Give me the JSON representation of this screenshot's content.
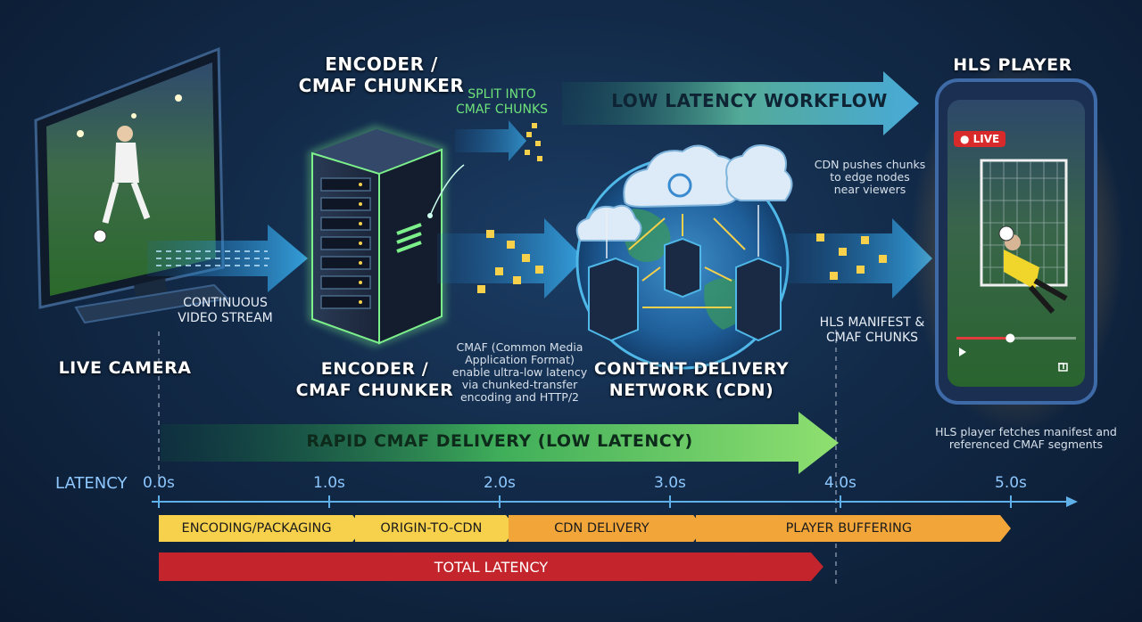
{
  "headings": {
    "encoder_top": "ENCODER /\nCMAF CHUNKER",
    "hls_player": "HLS PLAYER",
    "live_camera": "LIVE CAMERA",
    "encoder_bottom": "ENCODER /\nCMAF CHUNKER",
    "cdn": "CONTENT DELIVERY\nNETWORK (CDN)"
  },
  "notes": {
    "split": "SPLIT INTO\nCMAF CHUNKS",
    "continuous": "CONTINUOUS\nVIDEO STREAM",
    "cdn_push": "CDN pushes chunks\nto edge nodes\nnear viewers",
    "hls_manifest": "HLS MANIFEST &\nCMAF CHUNKS",
    "cmaf_desc": "CMAF (Common Media\nApplication Format)\nenable ultra-low latency\nvia chunked-transfer\nencoding and HTTP/2",
    "player_fetch": "HLS player fetches manifest and\nreferenced CMAF segments"
  },
  "banners": {
    "low_latency_workflow": "LOW LATENCY WORKFLOW",
    "rapid_delivery": "RAPID CMAF DELIVERY (LOW LATENCY)"
  },
  "phone": {
    "live_badge": "LIVE",
    "progress_fraction": 0.45
  },
  "timeline": {
    "axis_label": "LATENCY",
    "ticks": [
      "0.0s",
      "1.0s",
      "2.0s",
      "3.0s",
      "4.0s",
      "5.0s"
    ],
    "segments": [
      {
        "label": "ENCODING/PACKAGING",
        "start": 0.0,
        "end": 1.2,
        "color": "#f7d14c"
      },
      {
        "label": "ORIGIN-TO-CDN",
        "start": 1.15,
        "end": 2.1,
        "color": "#f7d14c"
      },
      {
        "label": "CDN DELIVERY",
        "start": 2.05,
        "end": 3.2,
        "color": "#f2a63a"
      },
      {
        "label": "PLAYER BUFFERING",
        "start": 3.15,
        "end": 5.0,
        "color": "#f2a63a"
      }
    ],
    "total_label": "TOTAL LATENCY",
    "total_end": 3.9
  },
  "colors": {
    "accent_blue": "#3aa6e8",
    "accent_green": "#6fe37a",
    "total_red": "#c4242b"
  }
}
